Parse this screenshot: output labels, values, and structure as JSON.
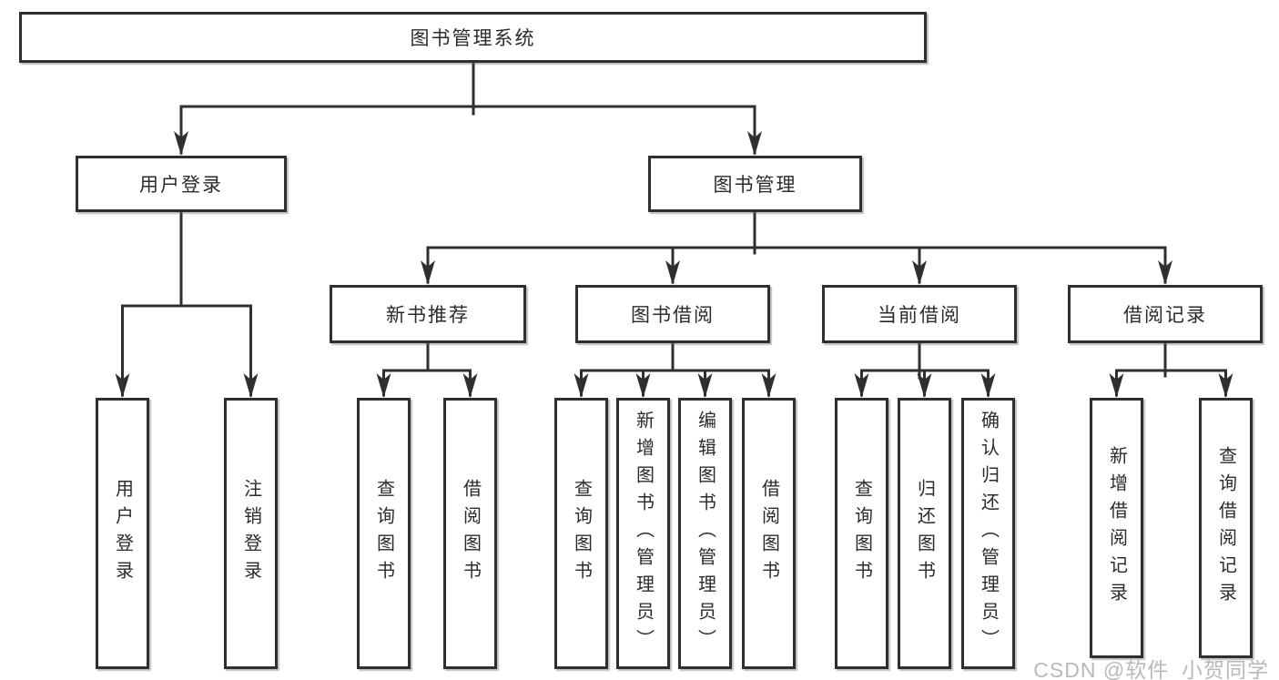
{
  "tree": {
    "root": {
      "label": "图书管理系统"
    },
    "branches": [
      {
        "label": "用户登录",
        "children": [
          {
            "label": "用户登录"
          },
          {
            "label": "注销登录"
          }
        ]
      },
      {
        "label": "图书管理",
        "children": [
          {
            "label": "新书推荐",
            "children": [
              {
                "label": "查询图书"
              },
              {
                "label": "借阅图书"
              }
            ]
          },
          {
            "label": "图书借阅",
            "children": [
              {
                "label": "查询图书"
              },
              {
                "label": "新增图书（管理员）"
              },
              {
                "label": "编辑图书（管理员）"
              },
              {
                "label": "借阅图书"
              }
            ]
          },
          {
            "label": "当前借阅",
            "children": [
              {
                "label": "查询图书"
              },
              {
                "label": "归还图书"
              },
              {
                "label": "确认归还（管理员）"
              }
            ]
          },
          {
            "label": "借阅记录",
            "children": [
              {
                "label": "新增借阅记录"
              },
              {
                "label": "查询借阅记录"
              }
            ]
          }
        ]
      }
    ]
  },
  "watermark": {
    "text": "CSDN @软件_小贺同学"
  },
  "colors": {
    "line": "#2f2f2f",
    "text": "#2b2b2b",
    "box_border": "#2f2f2f",
    "watermark": "#b9b9b9",
    "background": "#ffffff"
  }
}
